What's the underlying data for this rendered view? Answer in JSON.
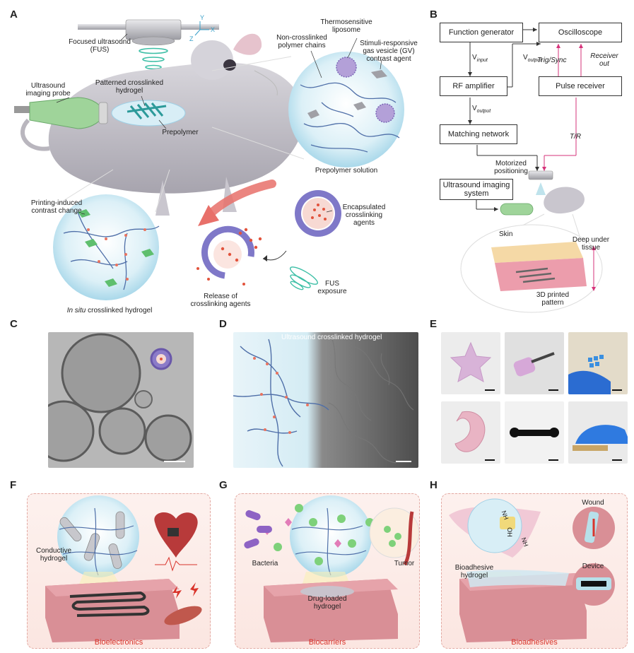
{
  "panels": {
    "A": "A",
    "B": "B",
    "C": "C",
    "D": "D",
    "E": "E",
    "F": "F",
    "G": "G",
    "H": "H"
  },
  "panel_a": {
    "fus": "Focused ultrasound (FUS)",
    "probe": "Ultrasound imaging probe",
    "patterned": "Patterned crosslinked hydrogel",
    "prepolymer": "Prepolymer",
    "non_crosslinked": "Non-crosslinked polymer chains",
    "liposome": "Thermosensitive liposome",
    "gv": "Stimuli-responsive gas vesicle (GV) contrast agent",
    "prepolymer_solution": "Prepolymer solution",
    "printing_contrast": "Printing-induced contrast change",
    "encapsulated": "Encapsulated crosslinking agents",
    "in_situ_em": "In situ",
    "in_situ_rest": " crosslinked hydrogel",
    "release": "Release of crosslinking agents",
    "fus_exposure": "FUS exposure",
    "axis_y": "Y",
    "axis_x": "X",
    "axis_z": "Z"
  },
  "panel_b": {
    "function_generator": "Function generator",
    "oscilloscope": "Oscilloscope",
    "rf_amplifier": "RF amplifier",
    "pulse_receiver": "Pulse receiver",
    "matching_network": "Matching network",
    "us_imaging": "Ultrasound imaging system",
    "v_input": "V",
    "v_input_sub": "input",
    "v_output1": "V",
    "v_output1_sub": "output",
    "v_output2": "V",
    "v_output2_sub": "output",
    "trig_sync": "Trig/Sync",
    "receiver_out": "Receiver out",
    "tr": "T/R",
    "motorized": "Motorized positioning",
    "skin": "Skin",
    "deep": "Deep under tissue",
    "printed": "3D printed pattern"
  },
  "panel_d": {
    "title": "Ultrasound crosslinked hydrogel"
  },
  "panel_f": {
    "conductive": "Conductive hydrogel",
    "title": "Bioelectronics"
  },
  "panel_g": {
    "bacteria": "Bacteria",
    "tumor": "Tumor",
    "drug": "Drug-loaded hydrogel",
    "title": "Biocarriers"
  },
  "panel_h": {
    "wound": "Wound",
    "device": "Device",
    "bioadhesive": "Bioadhesive hydrogel",
    "title": "Bioadhesives",
    "nh1": "NH",
    "nh2": "NH",
    "oh": "OH"
  },
  "colors": {
    "accent_red": "#d9342b",
    "trigger_pink": "#d6337a",
    "hydrogel_blue": "#9fd0e6",
    "tissue_pink": "#e6a3aa"
  }
}
